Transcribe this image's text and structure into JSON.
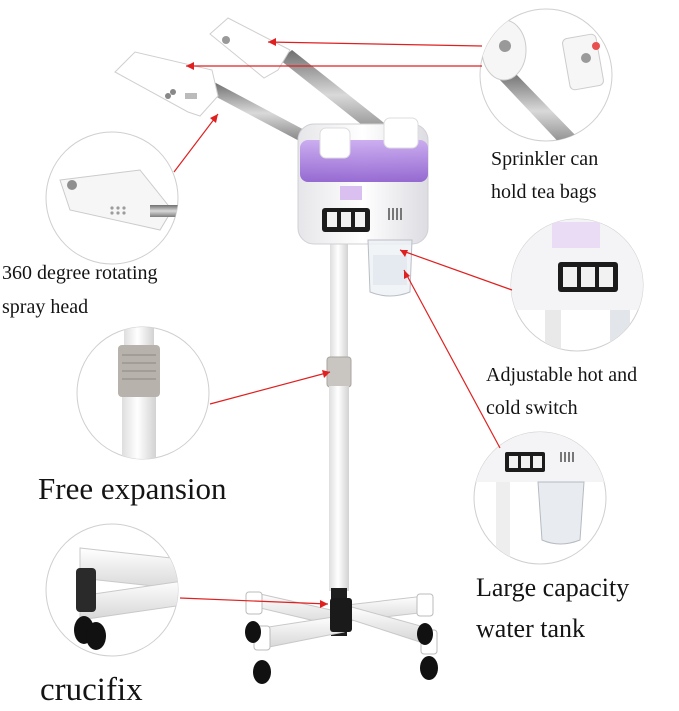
{
  "product": {
    "colors": {
      "background": "#ffffff",
      "body": "#f3f3f5",
      "tank_purple": "#b48de0",
      "pole": "#f4f4f4",
      "base_legs": "#ffffff",
      "hub": "#1a1a1a",
      "arrow": "#e02020",
      "collar": "#c9c6c2",
      "steel": "#9a9a9a"
    },
    "icons": [
      "steamer-body-icon",
      "spray-head-icon",
      "wheel-icon",
      "switch-icon"
    ]
  },
  "callouts": {
    "sprinkler": {
      "line1": "Sprinkler can",
      "line2": "hold tea bags"
    },
    "rotating": {
      "line1": "360 degree rotating",
      "line2": "spray head"
    },
    "switch": {
      "line1": "Adjustable hot and",
      "line2": "cold switch"
    },
    "expansion": {
      "text": "Free expansion"
    },
    "tank": {
      "line1": "Large capacity",
      "line2": "water tank"
    },
    "crucifix": {
      "text": "crucifix"
    }
  }
}
